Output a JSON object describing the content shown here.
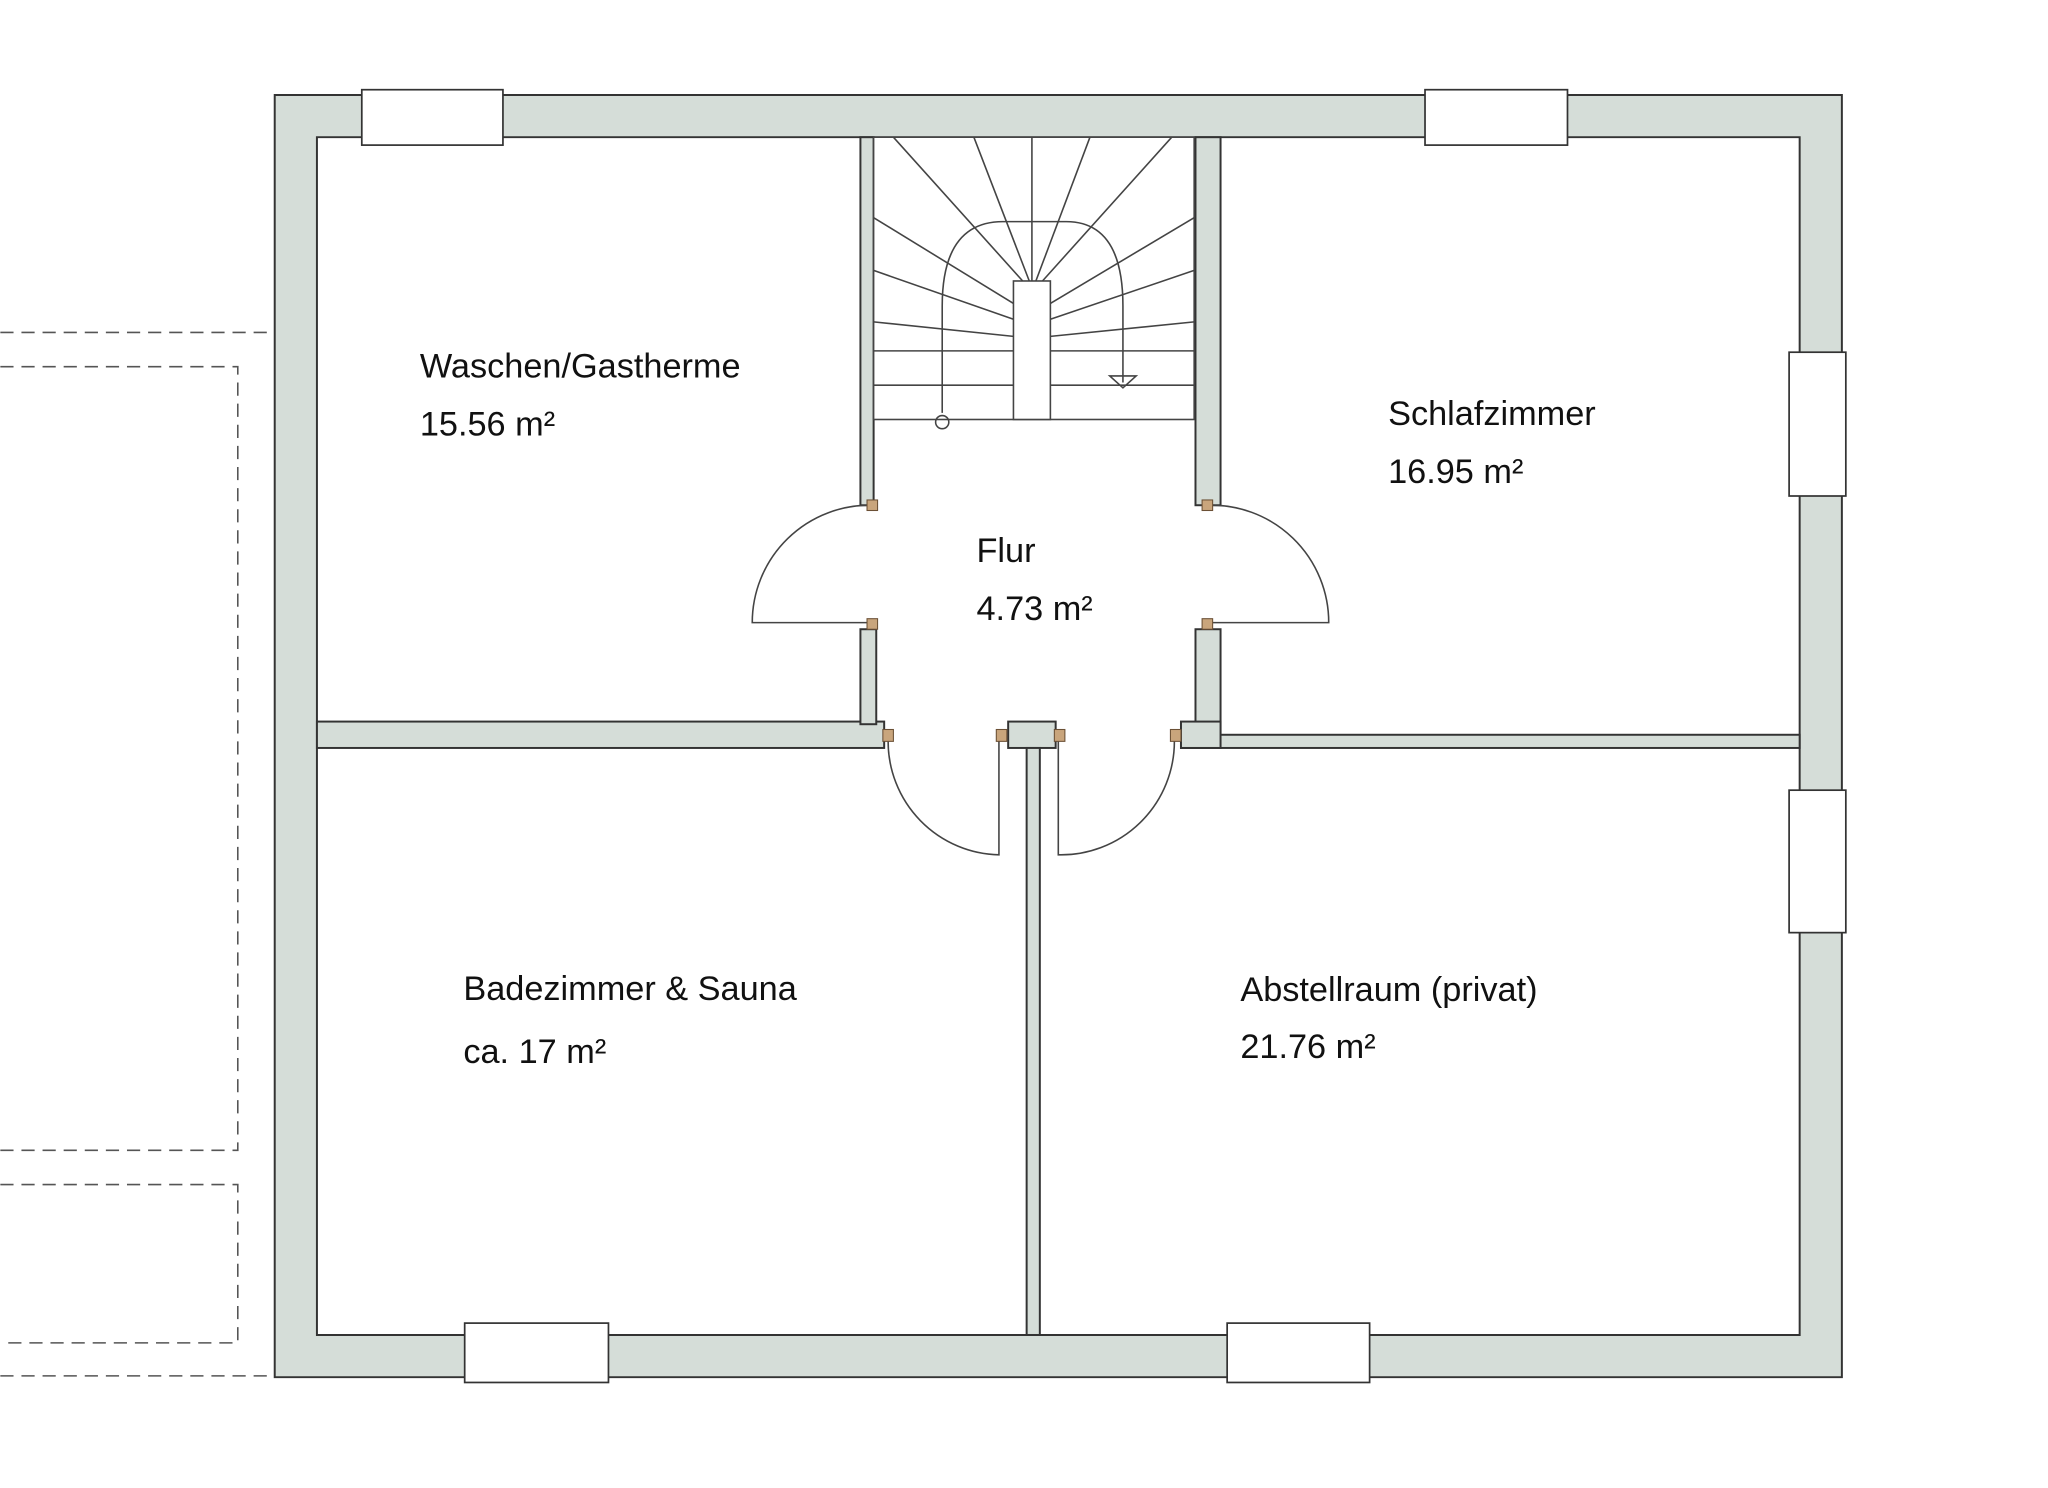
{
  "rooms": [
    {
      "name": "Waschen/Gastherme",
      "area": "15.56 m²"
    },
    {
      "name": "Schlafzimmer",
      "area": "16.95 m²"
    },
    {
      "name": "Flur",
      "area": "4.73 m²"
    },
    {
      "name": "Badezimmer & Sauna",
      "area": "ca. 17 m²"
    },
    {
      "name": "Abstellraum (privat)",
      "area": "21.76 m²"
    }
  ],
  "colors": {
    "wall": "#d5ddd8",
    "hinge": "#c9a57c"
  }
}
